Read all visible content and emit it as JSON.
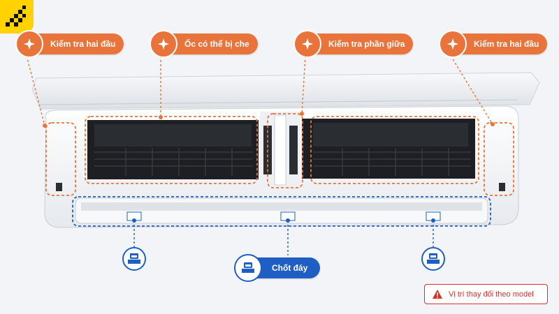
{
  "labels": {
    "top_left": "Kiểm tra hai đầu",
    "top_center_left": "Ốc có thể bị che",
    "top_center_right": "Kiểm tra phần giữa",
    "top_right": "Kiểm tra hai đầu",
    "bottom_center": "Chốt đáy"
  },
  "warning": {
    "text": "Vị trí thay đổi theo model",
    "icon": "warning-triangle-icon"
  },
  "icons": {
    "tags": "screw-cross-icon",
    "clips": "clip-icon",
    "logo": "brand-logo-icon"
  },
  "colors": {
    "accent_orange": "#e8743b",
    "accent_blue": "#1f5fc4",
    "warning_red": "#d93025",
    "brand_yellow": "#ffd200"
  }
}
